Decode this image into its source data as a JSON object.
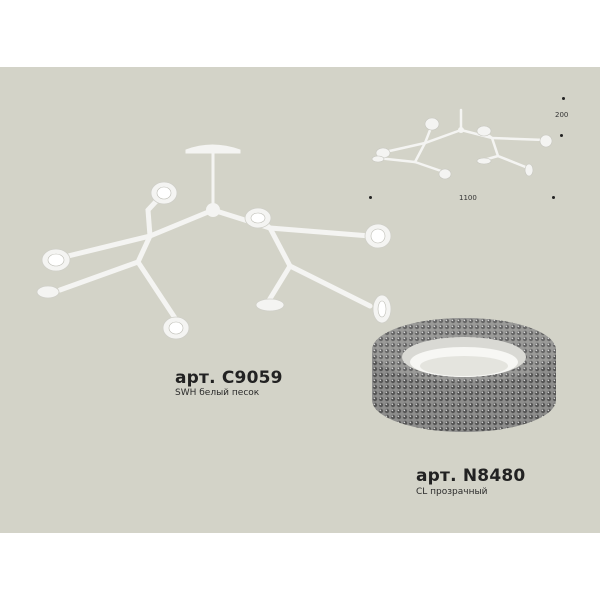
{
  "product_a": {
    "article": "арт. C9059",
    "finish": "SWH белый песок"
  },
  "product_b": {
    "article": "арт. N8480",
    "finish": "CL прозрачный"
  },
  "dimensions": {
    "height": "200",
    "width": "1100"
  },
  "colors": {
    "background_panel": "#d3d3c8",
    "frame_white": "#f4f4f2",
    "crystal": "#8a8a8a"
  }
}
